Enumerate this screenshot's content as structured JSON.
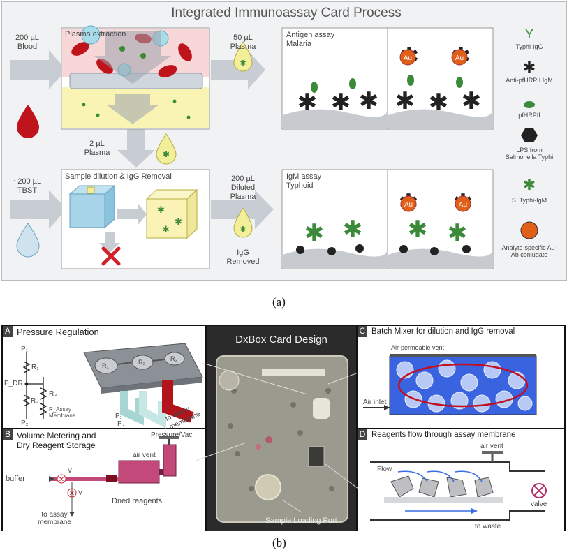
{
  "panel_a": {
    "title": "Integrated Immunoassay Card Process",
    "blood_label": [
      "200 µL",
      "Blood"
    ],
    "tbst_label": [
      "~200 µL",
      "TBST"
    ],
    "plasma_extraction_title": "Plasma extraction",
    "plasma_2ul": [
      "2 µL",
      "Plasma"
    ],
    "plasma_50ul": [
      "50 µL",
      "Plasma"
    ],
    "sample_dilution_title": "Sample dilution & IgG Removal",
    "diluted_plasma": [
      "200 µL",
      "Diluted",
      "Plasma"
    ],
    "igg_removed": [
      "IgG",
      "Removed"
    ],
    "antigen_assay": [
      "Antigen assay",
      "Malaria"
    ],
    "igm_assay": [
      "IgM assay",
      "Typhoid"
    ],
    "legend": [
      {
        "label": "Typhi-IgG",
        "icon": "typhi-igg-icon",
        "color": "#3a8a3a"
      },
      {
        "label": "Anti-pfHRPII IgM",
        "icon": "anti-pfhrpii-igm-icon",
        "color": "#222222"
      },
      {
        "label": "pfHRPII",
        "icon": "pfhrpii-icon",
        "color": "#3a8a3a"
      },
      {
        "label": "LPS from Salmonella Typhi",
        "icon": "lps-icon",
        "color": "#222222"
      },
      {
        "label": "S. Typhi-IgM",
        "icon": "s-typhi-igm-icon",
        "color": "#3a8a3a"
      },
      {
        "label": "Analyte-specific Au-Ab conjugate",
        "icon": "au-ab-conjugate-icon",
        "color": "#e06010"
      }
    ],
    "au_label": "Au"
  },
  "caption_a": "(a)",
  "panel_b": {
    "section_a_letter": "A",
    "section_a_title": "Pressure Regulation",
    "circuit_labels": {
      "p1": "P₁",
      "r1": "R₁",
      "pdr": "P_DR",
      "r2": "R₂",
      "p2": "P₂",
      "r3": "R₃",
      "rassay": "R_Assay Membrane"
    },
    "chip_labels": {
      "r1": "R₁",
      "r2": "R₂",
      "r3": "R₃",
      "p1": "P₁",
      "p2": "P₂"
    },
    "to_assay_membrane": "to assay membrane",
    "section_b_letter": "B",
    "section_b_title": [
      "Volume Metering and",
      "Dry Reagent Storage"
    ],
    "pressure_vac": "Pressure/Vac",
    "air_vent": "air vent",
    "buffer": "buffer",
    "valve_v": "V",
    "to_assay_membrane_b": [
      "to assay",
      "membrane"
    ],
    "dried_reagents": "Dried reagents",
    "dxbox_title": "DxBox Card Design",
    "sample_loading_port": "Sample Loading Port",
    "section_c_letter": "C",
    "section_c_title": "Batch Mixer for dilution and IgG removal",
    "air_permeable_vent": "Air-permeable vent",
    "air_inlet": "Air inlet",
    "section_d_letter": "D",
    "section_d_title": "Reagents flow through assay membrane",
    "d_air_vent": "air vent",
    "flow": "Flow",
    "valve": "valve",
    "to_waste": "to waste"
  },
  "caption_b": "(b)",
  "colors": {
    "blood": "#c0141c",
    "plasma": "#f2ee9a",
    "arrow": "#c8cdd3",
    "green": "#3a8a3a",
    "gold": "#e0601a",
    "mixer_blue": "#3a63e0",
    "reservoir": "#c2497a"
  }
}
